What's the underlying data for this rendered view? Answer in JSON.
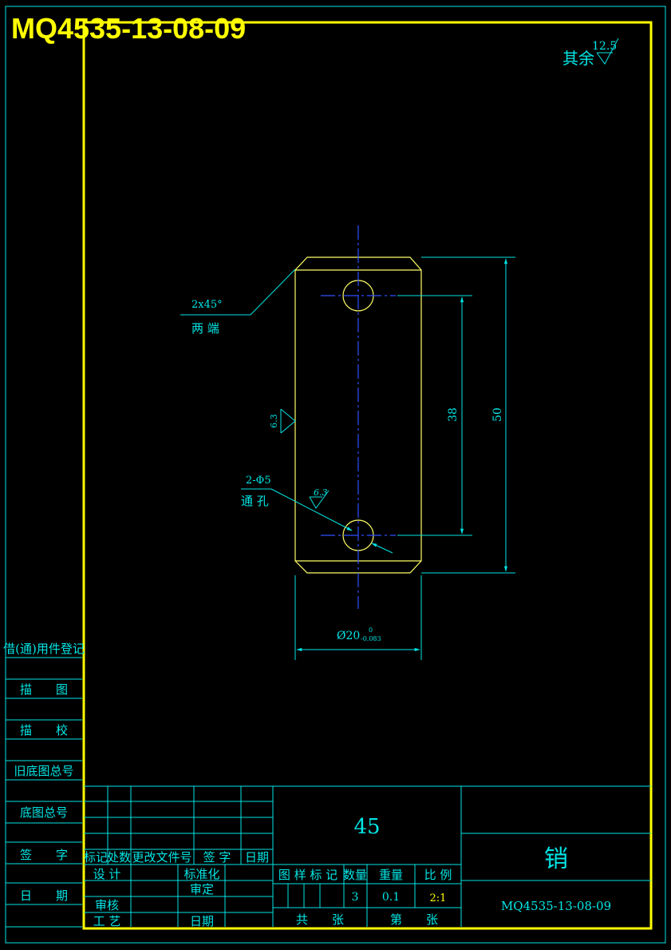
{
  "drawing": {
    "number_banner": "MQ4535-13-08-09",
    "roughness_other": {
      "prefix": "其余",
      "value": "12.5"
    },
    "chamfer": {
      "spec": "2x45°",
      "note": "两 端"
    },
    "side_roughness": "6.3",
    "hole_roughness": "6.3",
    "holes": {
      "spec": "2-Φ5",
      "note": "通 孔"
    },
    "dim_hole_spacing": "38",
    "dim_length": "50",
    "dim_diameter": {
      "base": "Ø20",
      "upper": "0",
      "lower": "-0.083"
    }
  },
  "side_strip": [
    "借(通)用件登记",
    "描　　图",
    "描　　校",
    "旧底图总号",
    "底图总号",
    "签　　字",
    "日　　期"
  ],
  "title_block": {
    "material": "45",
    "part_name": "销",
    "drawing_number": "MQ4535-13-08-09",
    "rev_headers": [
      "标记",
      "处数",
      "更改文件号",
      "签 字",
      "日期"
    ],
    "design": "设 计",
    "standardize": "标准化",
    "check": "审核",
    "approve": "审定",
    "process": "工 艺",
    "date": "日期",
    "col_headers": [
      "图 样 标 记",
      "数量",
      "重量",
      "比 例"
    ],
    "quantity": "3",
    "weight": "0.1",
    "scale": "2:1",
    "sheets_total": "共　　张",
    "sheet_no": "第　　张"
  }
}
